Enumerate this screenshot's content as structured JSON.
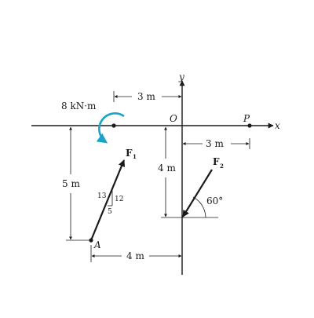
{
  "diagram": {
    "moment_label": "8 kN·m",
    "origin_label": "O",
    "point_p_label": "P",
    "point_a_label": "A",
    "x_axis_label": "x",
    "y_axis_label": "y",
    "dim_top_3m": "3 m",
    "dim_right_3m": "3 m",
    "dim_left_5m": "5 m",
    "dim_center_4m": "4 m",
    "dim_bottom_4m": "4 m",
    "f1_label": "F",
    "f1_sub": "1",
    "f2_label": "F",
    "f2_sub": "2",
    "slope_13": "13",
    "slope_12": "12",
    "slope_5": "5",
    "angle_label": "60°",
    "colors": {
      "ink": "#1a1a1a",
      "moment_arrow": "#1aa5c8"
    }
  }
}
